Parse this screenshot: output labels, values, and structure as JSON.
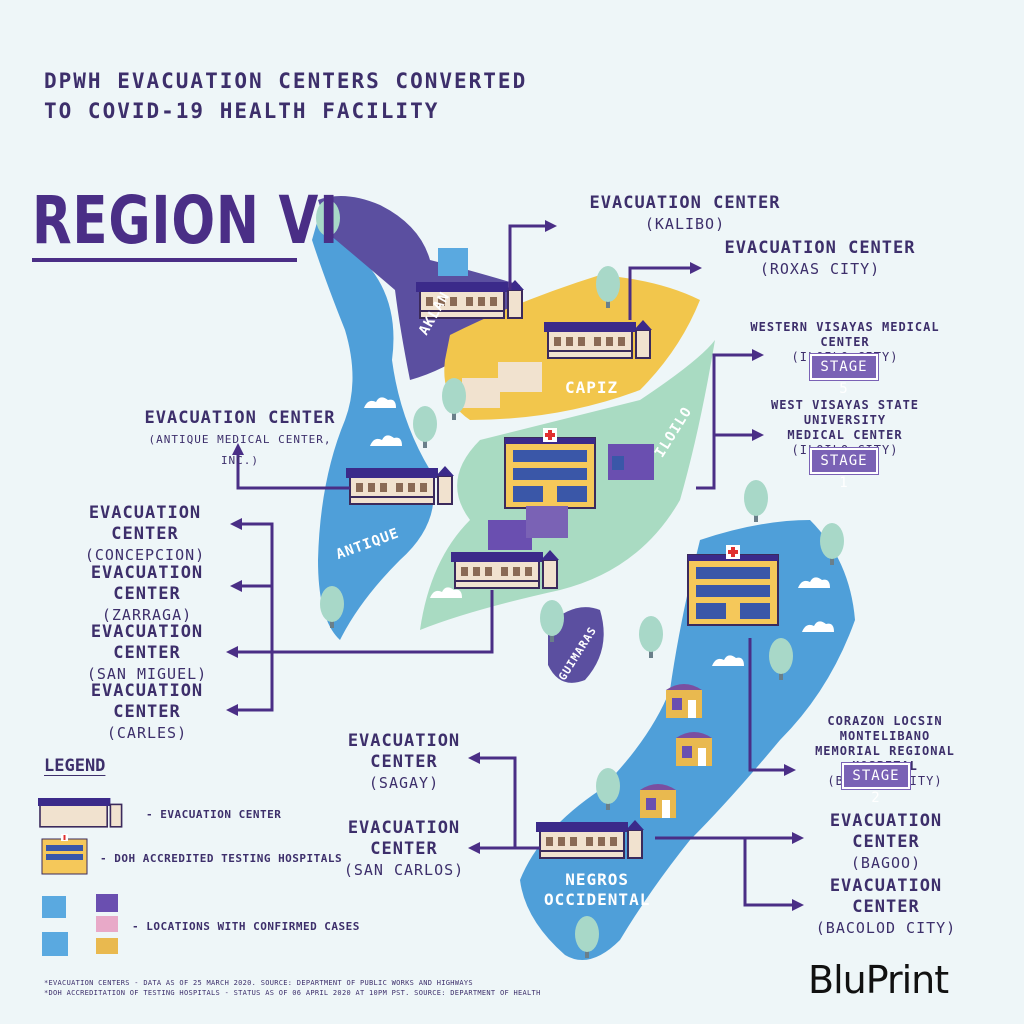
{
  "header": {
    "title_line1": "DPWH EVACUATION CENTERS CONVERTED",
    "title_line2": "TO COVID-19 HEALTH FACILITY",
    "region": "REGION VI"
  },
  "provinces": {
    "aklan": "AKLAN",
    "capiz": "CAPIZ",
    "iloilo": "ILOILO",
    "antique": "ANTIQUE",
    "guimaras": "GUIMARAS",
    "negros_1": "NEGROS",
    "negros_2": "OCCIDENTAL"
  },
  "facilities": {
    "kalibo": {
      "name": "EVACUATION CENTER",
      "location": "(KALIBO)"
    },
    "roxas": {
      "name": "EVACUATION CENTER",
      "location": "(ROXAS CITY)"
    },
    "wvmc": {
      "name": "WESTERN VISAYAS MEDICAL CENTER",
      "location": "(ILOILO CITY)",
      "stage": "STAGE 5"
    },
    "wvsu": {
      "name_1": "WEST VISAYAS STATE UNIVERSITY",
      "name_2": "MEDICAL CENTER",
      "location": "(ILOILO CITY)",
      "stage": "STAGE 1"
    },
    "antique": {
      "name": "EVACUATION CENTER",
      "location": "(ANTIQUE MEDICAL CENTER, INC.)"
    },
    "concepcion": {
      "name": "EVACUATION CENTER",
      "location": "(CONCEPCION)"
    },
    "zarraga": {
      "name": "EVACUATION CENTER",
      "location": "(ZARRAGA)"
    },
    "san_miguel": {
      "name": "EVACUATION CENTER",
      "location": "(SAN MIGUEL)"
    },
    "carles": {
      "name": "EVACUATION CENTER",
      "location": "(CARLES)"
    },
    "clmmrh": {
      "name_1": "CORAZON LOCSIN MONTELIBANO",
      "name_2": "MEMORIAL REGIONAL HOSPITAL",
      "location": "(BACOLOD CITY)",
      "stage": "STAGE 2"
    },
    "sagay": {
      "name": "EVACUATION CENTER",
      "location": "(SAGAY)"
    },
    "san_carlos": {
      "name": "EVACUATION CENTER",
      "location": "(SAN CARLOS)"
    },
    "bagoo": {
      "name": "EVACUATION CENTER",
      "location": "(BAGOO)"
    },
    "bacolod": {
      "name": "EVACUATION CENTER",
      "location": "(BACOLOD CITY)"
    }
  },
  "legend": {
    "title": "LEGEND",
    "evacuation_center": "- EVACUATION CENTER",
    "testing_hospitals": "- DOH ACCREDITED TESTING HOSPITALS",
    "confirmed_cases": "- LOCATIONS WITH CONFIRMED CASES"
  },
  "footnotes": {
    "line1": "*EVACUATION CENTERS - DATA AS OF 25 MARCH 2020. SOURCE: DEPARTMENT OF PUBLIC WORKS AND HIGHWAYS",
    "line2": "*DOH ACCREDITATION OF TESTING HOSPITALS - STATUS AS OF 06 APRIL 2020 AT 10PM PST. SOURCE: DEPARTMENT OF HEALTH"
  },
  "brand": "BluPrint",
  "colors": {
    "background": "#eef6f8",
    "ink": "#3d2f6b",
    "aklan": "#5b4fa0",
    "capiz": "#f2c64c",
    "iloilo": "#a9dbc2",
    "antique": "#4f9fd9",
    "negros": "#4f9fd9",
    "stage_badge": "#7a62b5"
  }
}
